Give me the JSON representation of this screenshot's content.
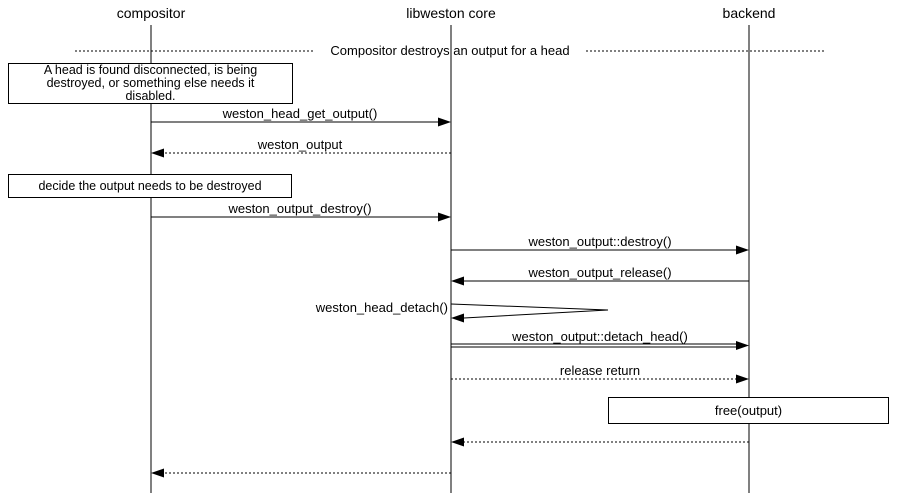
{
  "diagram": {
    "title": "Compositor destroys an output for a head",
    "participants": [
      {
        "name": "compositor"
      },
      {
        "name": "libweston core"
      },
      {
        "name": "backend"
      }
    ],
    "divider": {
      "label": "Compositor destroys an output for a head"
    },
    "notes": [
      {
        "text": "A head is found disconnected, is being destroyed, or something else needs it disabled.",
        "over": "compositor"
      },
      {
        "text": "decide the output needs to be destroyed",
        "over": "compositor"
      },
      {
        "text": "free(output)",
        "over": "backend"
      }
    ],
    "messages": [
      {
        "label": "weston_head_get_output()",
        "from": "compositor",
        "to": "libweston core",
        "style": "solid"
      },
      {
        "label": "weston_output",
        "from": "libweston core",
        "to": "compositor",
        "style": "dotted"
      },
      {
        "label": "weston_output_destroy()",
        "from": "compositor",
        "to": "libweston core",
        "style": "solid"
      },
      {
        "label": "weston_output::destroy()",
        "from": "libweston core",
        "to": "backend",
        "style": "solid"
      },
      {
        "label": "weston_output_release()",
        "from": "backend",
        "to": "libweston core",
        "style": "solid"
      },
      {
        "label": "weston_head_detach()",
        "from": "libweston core",
        "to": "libweston core",
        "style": "self"
      },
      {
        "label": "weston_output::detach_head()",
        "from": "libweston core",
        "to": "backend",
        "style": "double"
      },
      {
        "label": "release return",
        "from": "libweston core",
        "to": "backend",
        "style": "dotted"
      },
      {
        "label": "",
        "from": "backend",
        "to": "libweston core",
        "style": "dotted"
      },
      {
        "label": "",
        "from": "libweston core",
        "to": "compositor",
        "style": "dotted"
      }
    ],
    "colors": {
      "line": "#000000",
      "background": "#ffffff"
    }
  }
}
